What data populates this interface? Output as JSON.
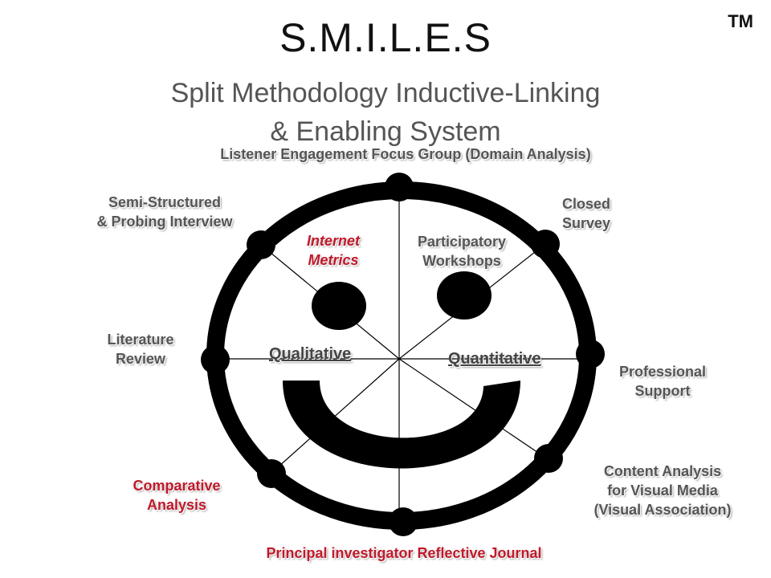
{
  "title": "S.M.I.L.E.S",
  "trademark": "TM",
  "subtitle_line1": "Split Methodology Inductive-Linking",
  "subtitle_line2": "& Enabling System",
  "axis_labels": {
    "qualitative": "Qualitative",
    "quantitative": "Quantitative"
  },
  "methods": {
    "top": "Listener Engagement Focus Group (Domain Analysis)",
    "top_right_1": "Closed",
    "top_right_2": "Survey",
    "right_1": "Professional",
    "right_2": "Support",
    "bottom_right_1": "Content Analysis",
    "bottom_right_2": "for Visual Media",
    "bottom_right_3": "(Visual Association)",
    "bottom": "Principal investigator Reflective Journal",
    "bottom_left_1": "Comparative",
    "bottom_left_2": "Analysis",
    "left_1": "Literature",
    "left_2": "Review",
    "top_left_1": "Semi-Structured",
    "top_left_2": "& Probing Interview"
  },
  "inner": {
    "internet_1": "Internet",
    "internet_2": "Metrics",
    "participatory_1": "Participatory",
    "participatory_2": "Workshops"
  },
  "colors": {
    "highlight": "#c0192a",
    "label": "#555555",
    "ring": "#000000"
  }
}
